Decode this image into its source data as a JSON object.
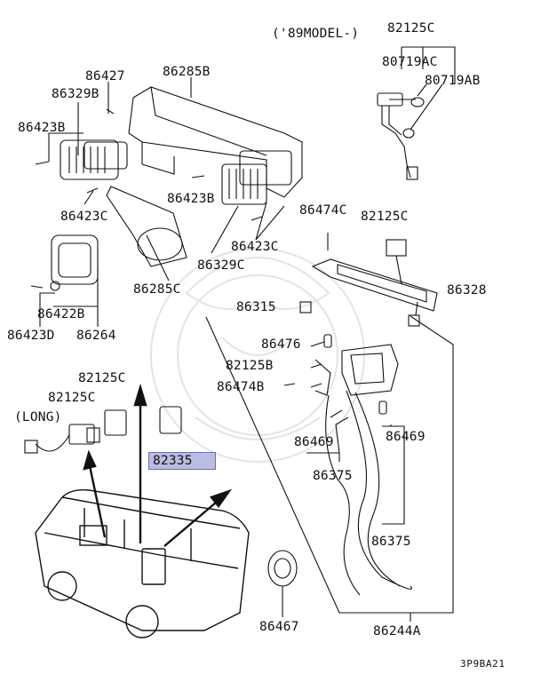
{
  "model_note": "('89MODEL-)",
  "long_note": "(LONG)",
  "diagram_code": "3P9BA21",
  "highlight_color": "#b9bde3",
  "parts": {
    "p82125C_top": "82125C",
    "p80719AC": "80719AC",
    "p80719AB": "80719AB",
    "p86427": "86427",
    "p86285B": "86285B",
    "p86329B": "86329B",
    "p86423B_left": "86423B",
    "p86423B_mid": "86423B",
    "p86423C_left": "86423C",
    "p86423C_mid": "86423C",
    "p86329C": "86329C",
    "p86285C": "86285C",
    "p86474C": "86474C",
    "p82125C_right": "82125C",
    "p86328": "86328",
    "p86315": "86315",
    "p86422B": "86422B",
    "p86423D": "86423D",
    "p86264": "86264",
    "p86476": "86476",
    "p82125B": "82125B",
    "p86474B": "86474B",
    "p82125C_lowA": "82125C",
    "p82125C_lowB": "82125C",
    "p82335": "82335",
    "p86469_left": "86469",
    "p86469_right": "86469",
    "p86375_left": "86375",
    "p86375_right": "86375",
    "p86467": "86467",
    "p86244A": "86244A"
  }
}
